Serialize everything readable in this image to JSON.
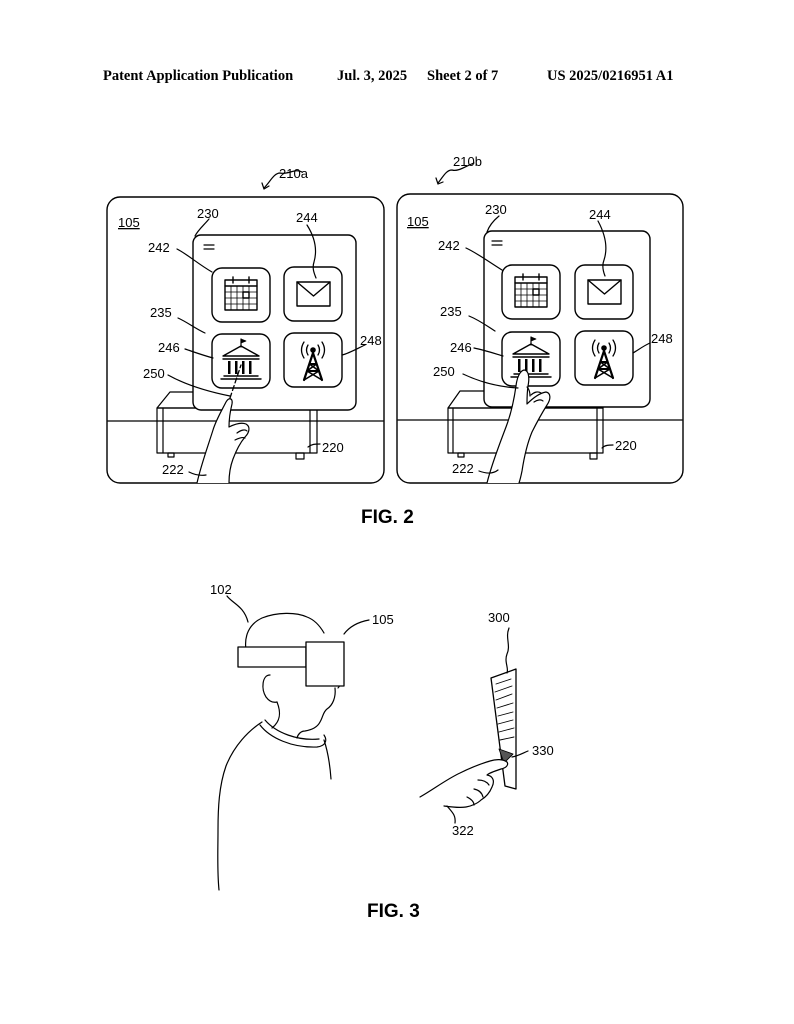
{
  "header": {
    "publication": "Patent Application Publication",
    "date": "Jul. 3, 2025",
    "sheet": "Sheet 2 of 7",
    "number": "US 2025/0216951 A1"
  },
  "fig2": {
    "caption": "FIG. 2",
    "panel_a": {
      "ref": "210a",
      "device": "105",
      "window": "230",
      "pane": "235",
      "calendar": "242",
      "mail": "244",
      "bank": "246",
      "tower": "248",
      "ray": "250",
      "table": "220",
      "hand": "222"
    },
    "panel_b": {
      "ref": "210b",
      "device": "105",
      "window": "230",
      "pane": "235",
      "calendar": "242",
      "mail": "244",
      "bank": "246",
      "tower": "248",
      "ray": "250",
      "table": "220",
      "hand": "222"
    }
  },
  "fig3": {
    "caption": "FIG. 3",
    "user": "102",
    "headset": "105",
    "panel": "300",
    "control": "330",
    "hand": "322"
  }
}
